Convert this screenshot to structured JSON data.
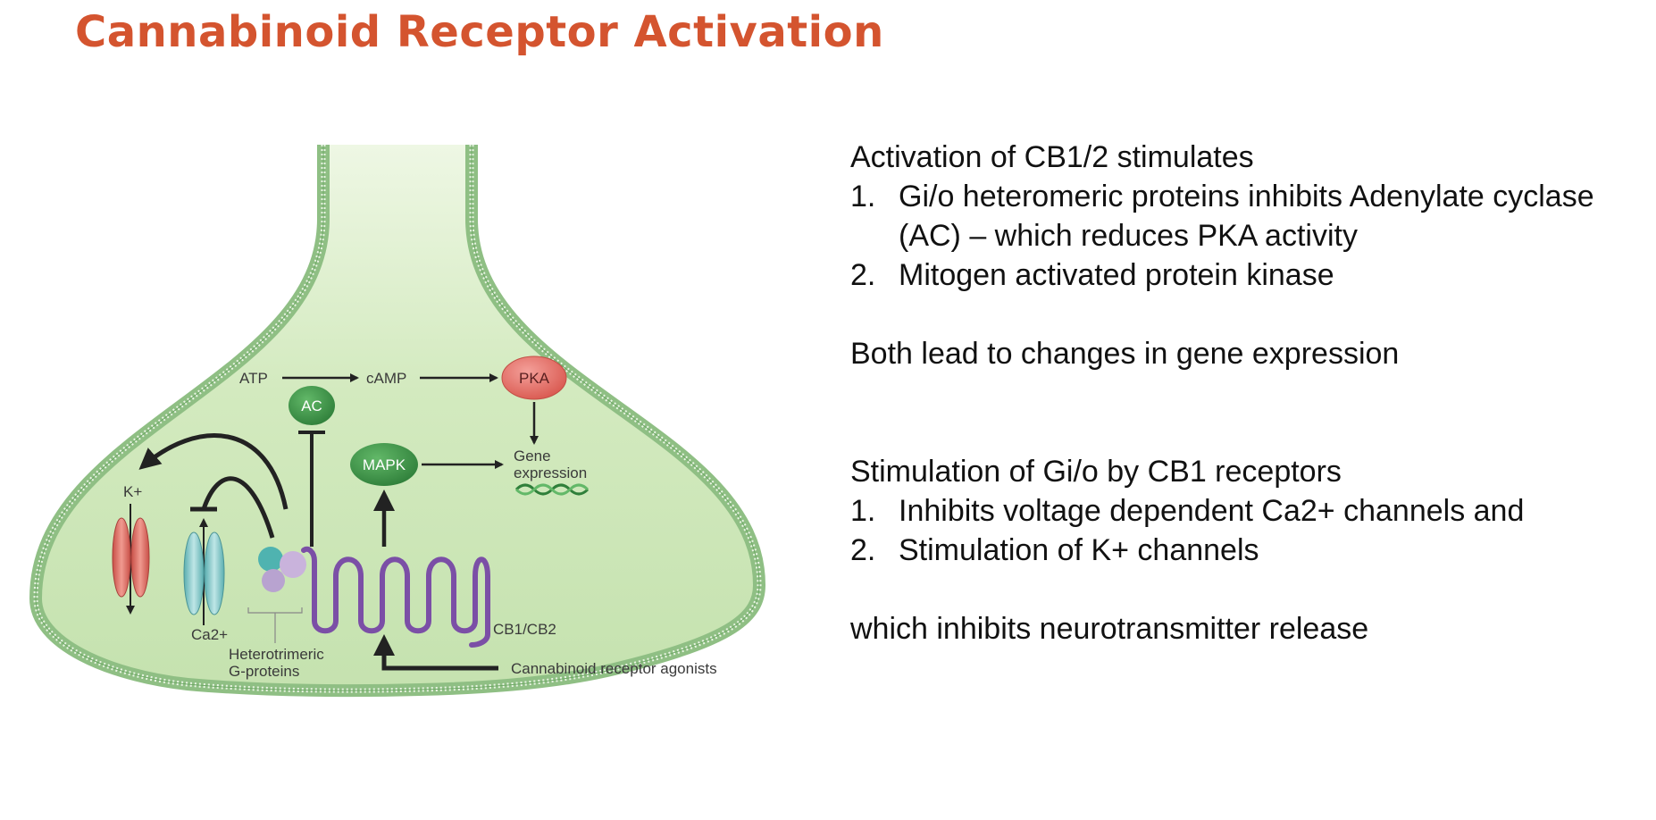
{
  "title": "Cannabinoid Receptor Activation",
  "diagram": {
    "labels": {
      "atp": "ATP",
      "camp": "cAMP",
      "pka": "PKA",
      "ac": "AC",
      "mapk": "MAPK",
      "gene_line1": "Gene",
      "gene_line2": "expression",
      "k_channel": "K+",
      "ca_channel": "Ca2+",
      "g_proteins_line1": "Heterotrimeric",
      "g_proteins_line2": "G-proteins",
      "receptor": "CB1/CB2",
      "agonists": "Cannabinoid receptor agonists"
    },
    "colors": {
      "cytoplasm": "#d2e9bf",
      "membrane": "#8fbf84",
      "green_node": "#3f9a4a",
      "pka_node": "#e8736c",
      "k_channel": "#e0786e",
      "ca_channel": "#8ccfcf",
      "receptor": "#7b4fa6",
      "title": "#d4542f"
    }
  },
  "text": {
    "section1": {
      "heading": "Activation of CB1/2 stimulates",
      "items": [
        {
          "num": "1.",
          "text": "Gi/o heteromeric proteins inhibits Adenylate cyclase (AC) – which reduces PKA activity"
        },
        {
          "num": "2.",
          "text": "Mitogen activated protein kinase"
        }
      ],
      "summary": "Both lead to changes in gene expression"
    },
    "section2": {
      "heading": "Stimulation of Gi/o by CB1 receptors",
      "items": [
        {
          "num": "1.",
          "text": "Inhibits voltage dependent Ca2+ channels and"
        },
        {
          "num": "2.",
          "text": "Stimulation of K+ channels"
        }
      ],
      "summary": "which inhibits neurotransmitter release"
    }
  }
}
